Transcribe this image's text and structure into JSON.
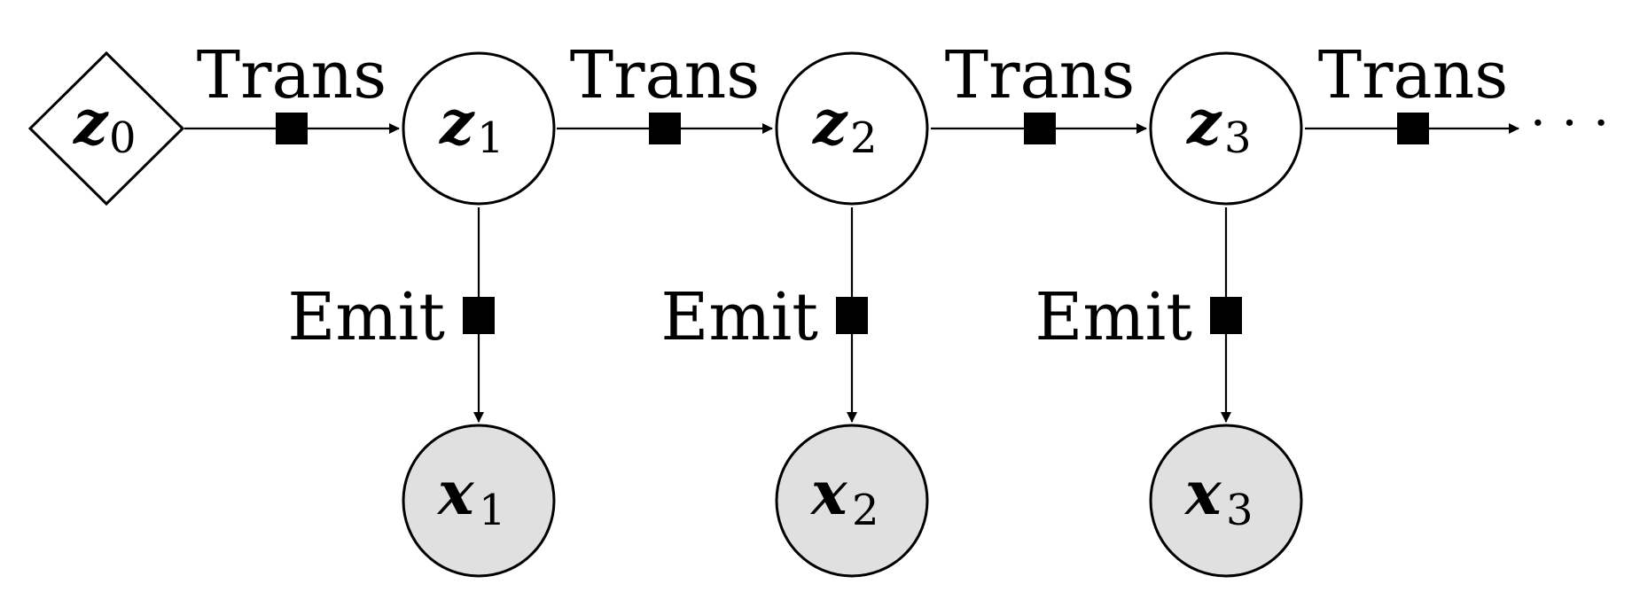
{
  "colors": {
    "stroke": "#000000",
    "latent_fill": "#ffffff",
    "observed_fill": "#e0e0e0",
    "factor_fill": "#000000"
  },
  "nodes": {
    "initial": {
      "symbol": "z",
      "subscript": "0",
      "shape": "diamond"
    },
    "latent": [
      {
        "symbol": "z",
        "subscript": "1"
      },
      {
        "symbol": "z",
        "subscript": "2"
      },
      {
        "symbol": "z",
        "subscript": "3"
      }
    ],
    "observed": [
      {
        "symbol": "x",
        "subscript": "1"
      },
      {
        "symbol": "x",
        "subscript": "2"
      },
      {
        "symbol": "x",
        "subscript": "3"
      }
    ]
  },
  "edges": {
    "transition_label": [
      "Trans",
      "Trans",
      "Trans",
      "Trans"
    ],
    "emission_label": [
      "Emit",
      "Emit",
      "Emit"
    ]
  },
  "continuation": "· · ·"
}
